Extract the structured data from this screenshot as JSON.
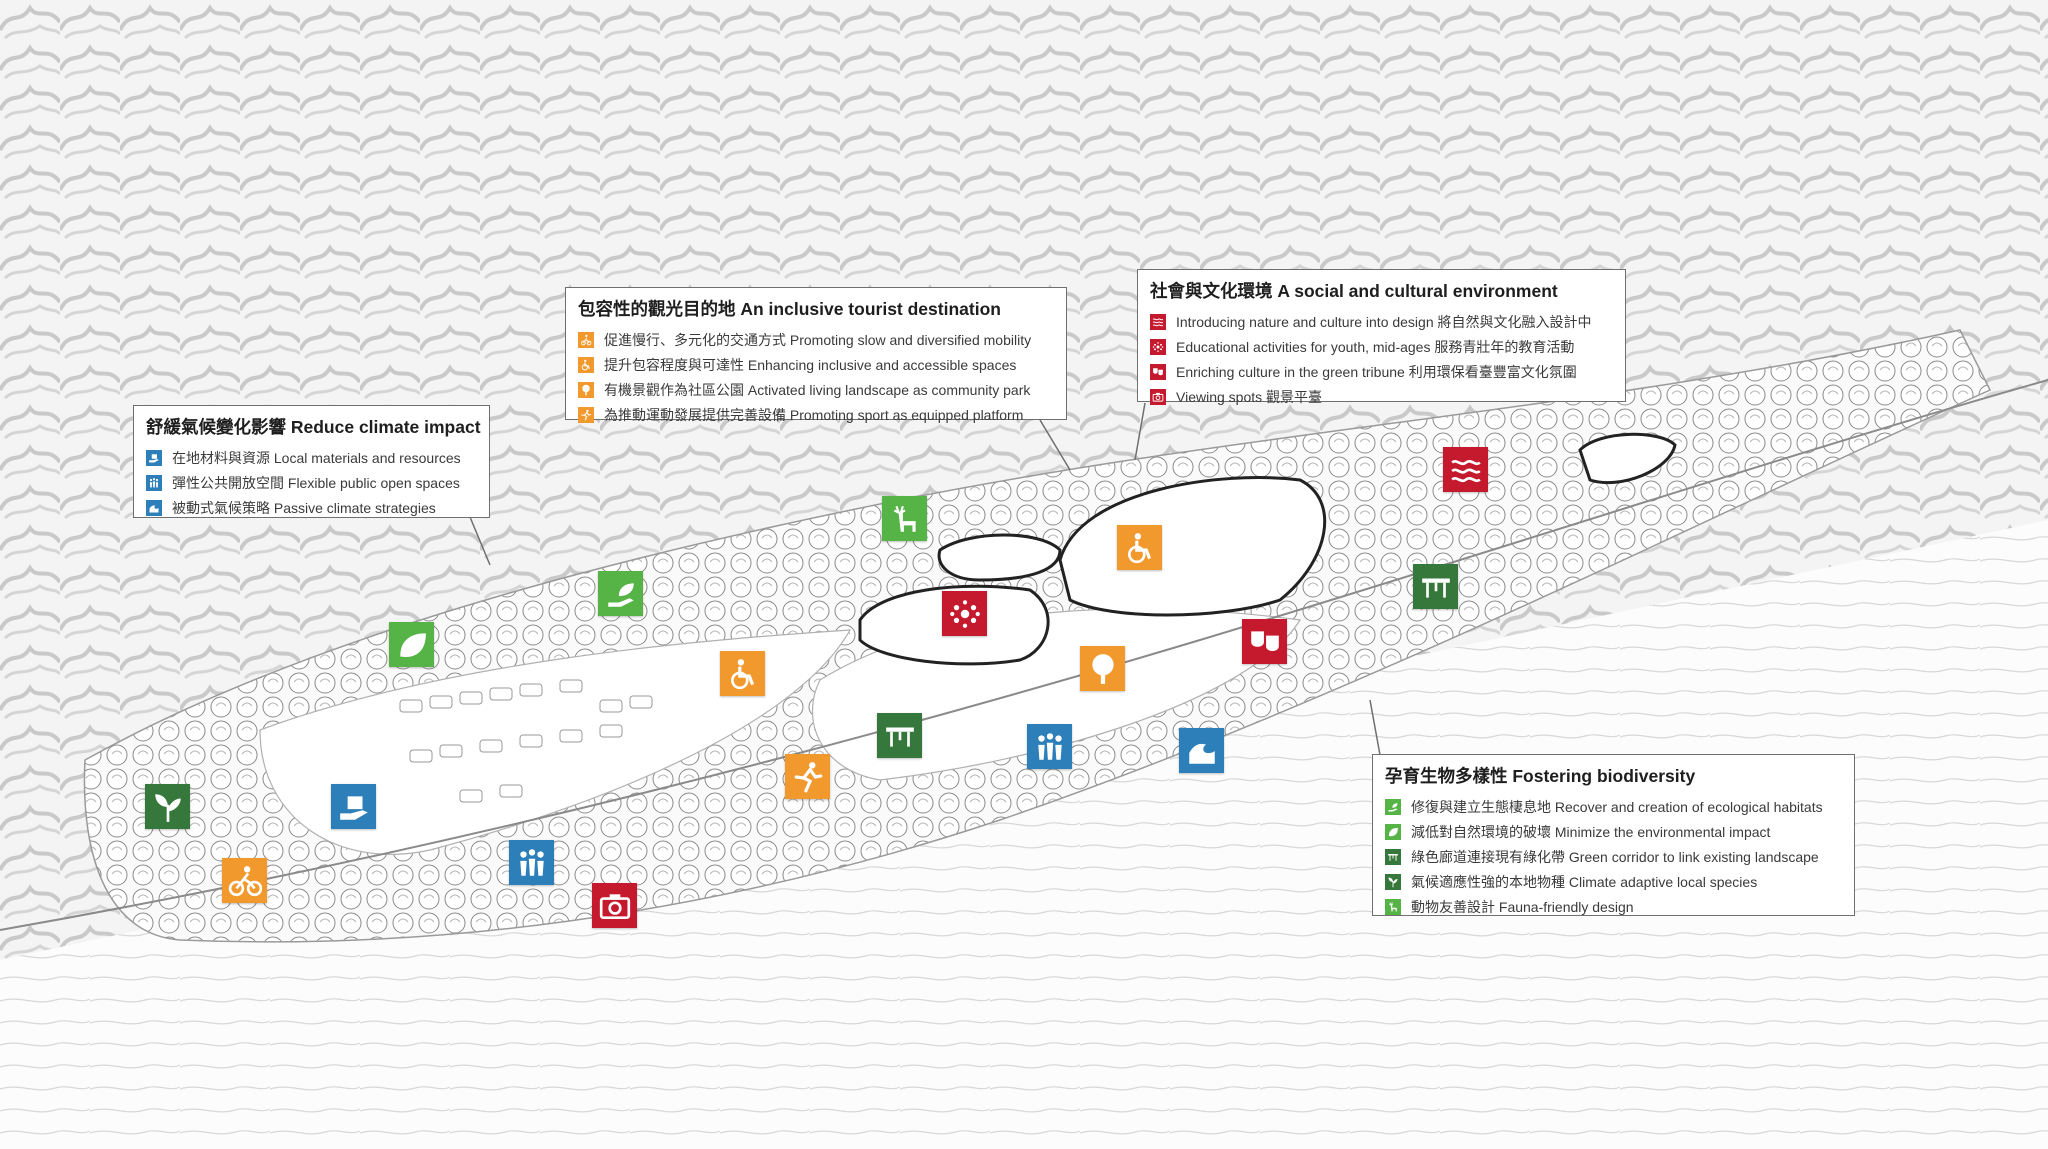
{
  "colors": {
    "orange": "#f2992e",
    "green": "#3f9b3e",
    "darkgreen": "#36783c",
    "blue": "#2c7fb8",
    "red": "#c5192d",
    "lightgreen": "#56b447"
  },
  "callouts": {
    "tourist": {
      "title": "包容性的觀光目的地  An inclusive tourist destination",
      "items": [
        {
          "icon": "walking-bike-icon",
          "color": "orange",
          "text": "促進慢行、多元化的交通方式 Promoting slow and diversified mobility"
        },
        {
          "icon": "wheelchair-icon",
          "color": "orange",
          "text": "提升包容程度與可達性 Enhancing inclusive and accessible spaces"
        },
        {
          "icon": "tree-icon",
          "color": "orange",
          "text": "有機景觀作為社區公園 Activated living landscape as community park"
        },
        {
          "icon": "running-icon",
          "color": "orange",
          "text": "為推動運動發展提供完善設備 Promoting sport as equipped platform"
        }
      ]
    },
    "social": {
      "title": "社會與文化環境 A social and cultural environment",
      "items": [
        {
          "icon": "waves-icon",
          "color": "red",
          "text": "Introducing nature and culture into design 將自然與文化融入設計中"
        },
        {
          "icon": "dots-icon",
          "color": "red",
          "text": "Educational activities for youth, mid-ages 服務青壯年的教育活動"
        },
        {
          "icon": "masks-icon",
          "color": "red",
          "text": "Enriching culture in the green tribune 利用環保看臺豐富文化氛圍"
        },
        {
          "icon": "camera-icon",
          "color": "red",
          "text": "Viewing spots 觀景平臺"
        }
      ]
    },
    "climate": {
      "title": "舒緩氣候變化影響 Reduce climate impact",
      "items": [
        {
          "icon": "hand-box-icon",
          "color": "blue",
          "text": "在地材料與資源 Local materials and resources"
        },
        {
          "icon": "people-icon",
          "color": "blue",
          "text": "彈性公共開放空間 Flexible public open spaces"
        },
        {
          "icon": "wave-climate-icon",
          "color": "blue",
          "text": "被動式氣候策略 Passive climate strategies"
        }
      ]
    },
    "biodiversity": {
      "title": "孕育生物多樣性 Fostering biodiversity",
      "items": [
        {
          "icon": "hand-leaf-icon",
          "color": "lightgreen",
          "text": "修復與建立生態棲息地 Recover and creation of ecological habitats"
        },
        {
          "icon": "leaf-icon",
          "color": "lightgreen",
          "text": "減低對自然環境的破壞 Minimize the environmental impact"
        },
        {
          "icon": "corridor-icon",
          "color": "darkgreen",
          "text": "綠色廊道連接現有綠化帶 Green corridor to link existing landscape"
        },
        {
          "icon": "sprout-icon",
          "color": "darkgreen",
          "text": "氣候適應性強的本地物種 Climate adaptive local species"
        },
        {
          "icon": "deer-icon",
          "color": "lightgreen",
          "text": "動物友善設計 Fauna-friendly design"
        }
      ]
    }
  },
  "markers": [
    {
      "name": "leaf-icon",
      "color": "lightgreen"
    },
    {
      "name": "hand-leaf-icon",
      "color": "lightgreen"
    },
    {
      "name": "deer-icon",
      "color": "lightgreen"
    },
    {
      "name": "sprout-icon",
      "color": "darkgreen"
    },
    {
      "name": "corridor-icon",
      "color": "darkgreen"
    },
    {
      "name": "corridor-icon",
      "color": "darkgreen"
    },
    {
      "name": "wheelchair-icon",
      "color": "orange"
    },
    {
      "name": "wheelchair-icon",
      "color": "orange"
    },
    {
      "name": "tree-icon",
      "color": "orange"
    },
    {
      "name": "running-icon",
      "color": "orange"
    },
    {
      "name": "cyclist-icon",
      "color": "orange"
    },
    {
      "name": "hand-box-icon",
      "color": "blue"
    },
    {
      "name": "people-icon",
      "color": "blue"
    },
    {
      "name": "people-icon",
      "color": "blue"
    },
    {
      "name": "wave-climate-icon",
      "color": "blue"
    },
    {
      "name": "dots-icon",
      "color": "red"
    },
    {
      "name": "masks-icon",
      "color": "red"
    },
    {
      "name": "waves-icon",
      "color": "red"
    },
    {
      "name": "camera-icon",
      "color": "red"
    }
  ]
}
